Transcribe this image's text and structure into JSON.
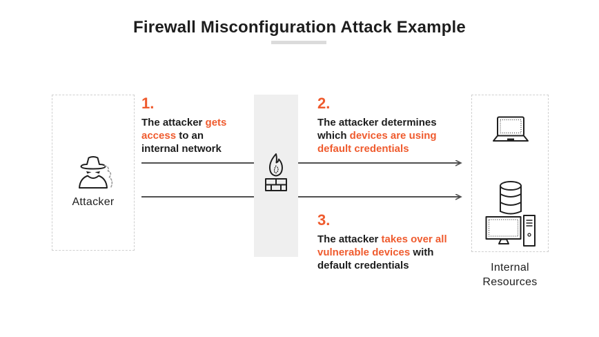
{
  "title": "Firewall Misconfiguration Attack Example",
  "colors": {
    "accent_orange": "#ef5b2e",
    "text_dark": "#1d1d1d",
    "firewall_strip_gray": "#efefef",
    "dashed_border_gray": "#cfcfcf",
    "arrow_gray": "#4f4f4f",
    "title_underline_gray": "#dbdbdb"
  },
  "attacker": {
    "label": "Attacker",
    "icon": "spy-attacker-icon"
  },
  "firewall": {
    "icon": "firewall-flame-brick-icon"
  },
  "resources": {
    "label": "Internal Resources",
    "icons": [
      "laptop-icon",
      "database-icon",
      "desktop-computer-icon"
    ]
  },
  "steps": [
    {
      "number": "1.",
      "segments": [
        {
          "text": "The attacker ",
          "highlight": false
        },
        {
          "text": "gets access",
          "highlight": true
        },
        {
          "text": " to an internal network",
          "highlight": false
        }
      ]
    },
    {
      "number": "2.",
      "segments": [
        {
          "text": "The attacker determines which ",
          "highlight": false
        },
        {
          "text": "devices are using default credentials",
          "highlight": true
        },
        {
          "text": "",
          "highlight": false
        }
      ]
    },
    {
      "number": "3.",
      "segments": [
        {
          "text": "The attacker ",
          "highlight": false
        },
        {
          "text": "takes over all vulnerable devices",
          "highlight": true
        },
        {
          "text": " with default credentials",
          "highlight": false
        }
      ]
    }
  ],
  "arrows": {
    "count": 2,
    "direction": "left-to-right"
  }
}
